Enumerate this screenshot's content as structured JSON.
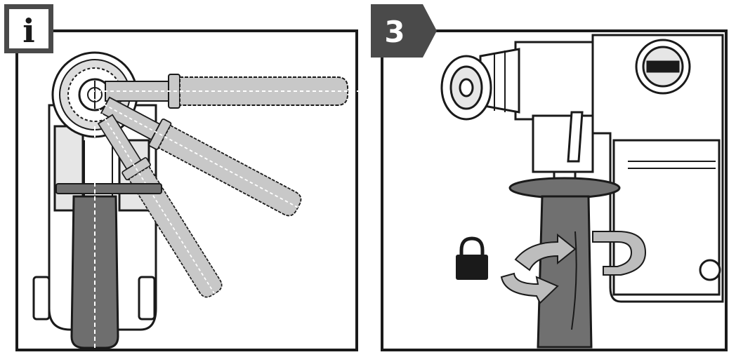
{
  "left_panel": {
    "badge_text": "i",
    "badge_meaning": "information",
    "colors": {
      "frame": "#1a1a1a",
      "badge_bg": "#4a4a4a",
      "handle_light": "#c8c8c8",
      "handle_dark": "#6e6e6e"
    }
  },
  "right_panel": {
    "step_number": "3",
    "lock_icon": "padlock-closed",
    "rotation_icon": "clockwise-arrows",
    "colors": {
      "badge_bg": "#4a4a4a",
      "arrow": "#bdbdbd",
      "tool_body": "#ffffff",
      "handle": "#707070"
    }
  }
}
